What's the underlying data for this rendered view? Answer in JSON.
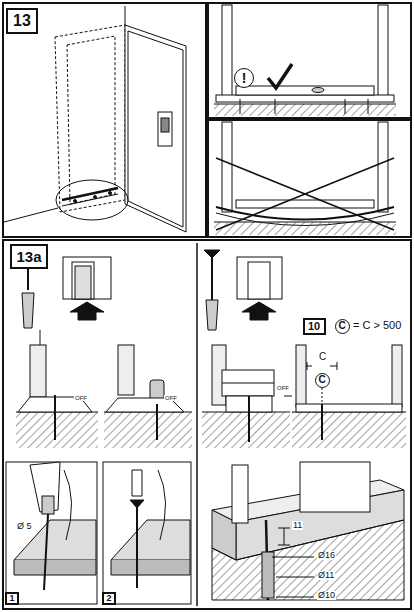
{
  "diagram": {
    "nodes": [
      {
        "text": [
          "13"
        ]
      },
      {
        "text": [
          "!"
        ]
      },
      {
        "text": [
          "13a"
        ]
      },
      {
        "text": [
          "10"
        ]
      },
      {
        "text": [
          "C"
        ]
      },
      {
        "text": [
          "C"
        ]
      },
      {
        "text": [
          "1"
        ]
      },
      {
        "text": [
          "2"
        ]
      }
    ],
    "edges": [],
    "labels": [
      "= C > 500",
      "OFF",
      "OFF",
      "OFF",
      "C",
      "Ø 5",
      "11",
      "Ø16",
      "Ø11",
      "Ø10"
    ]
  }
}
